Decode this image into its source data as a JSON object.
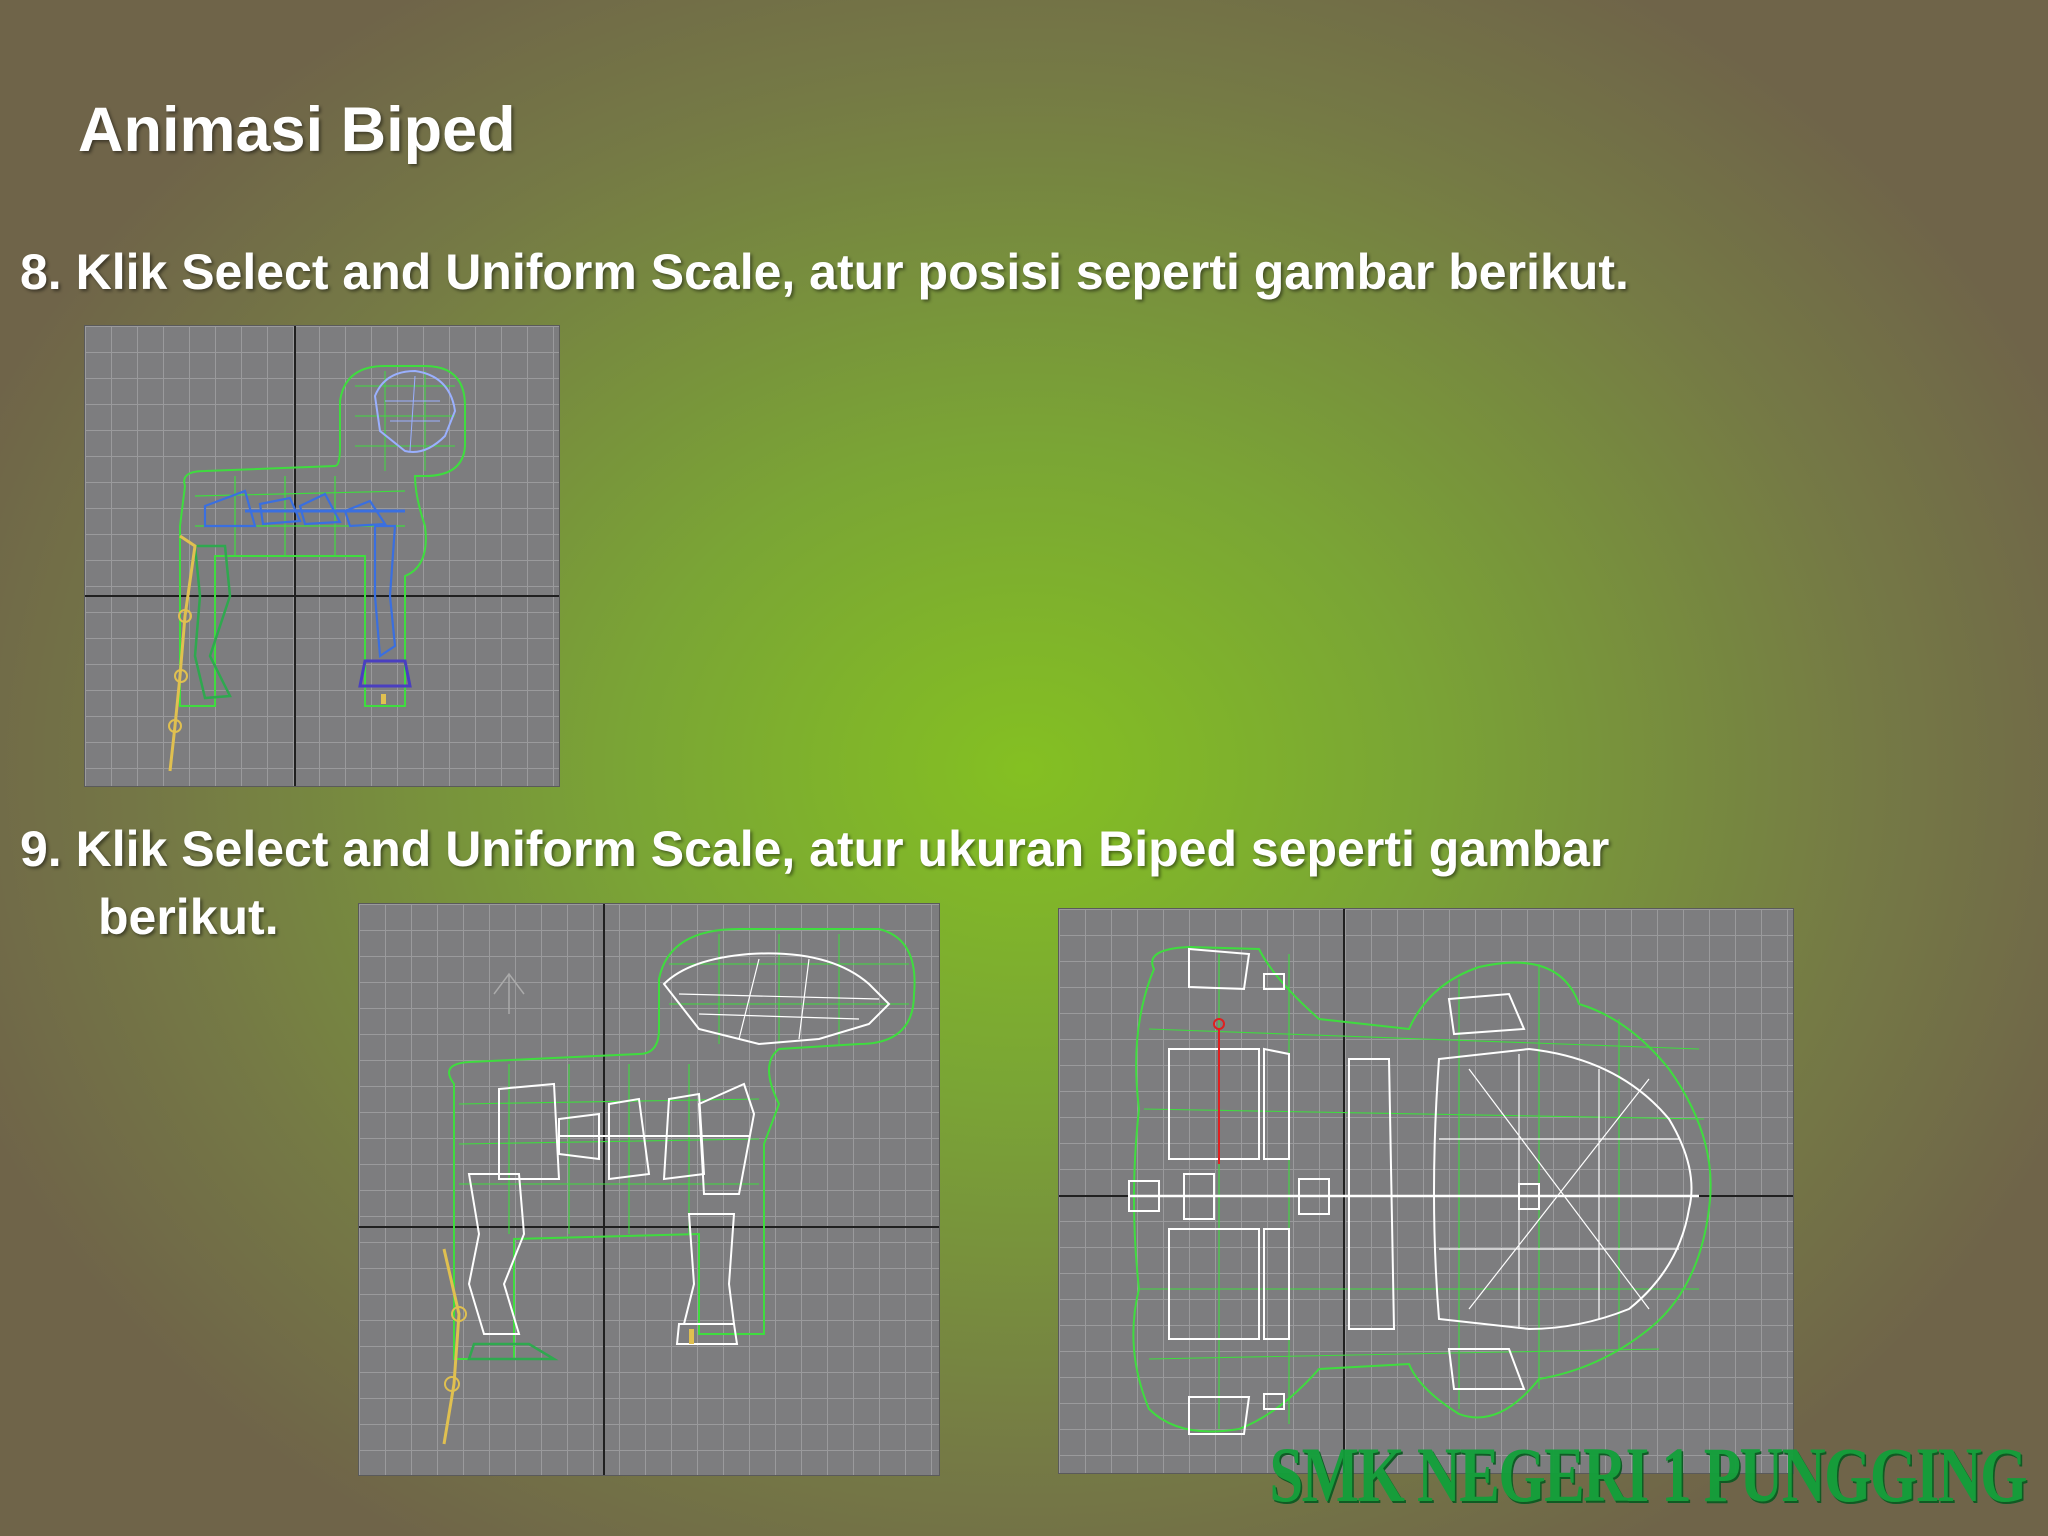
{
  "slide": {
    "title": "Animasi Biped",
    "step8": {
      "number": "8.",
      "text": "Klik Select and Uniform Scale, atur posisi seperti gambar berikut."
    },
    "step9": {
      "number": "9.",
      "line1": "Klik Select and Uniform Scale, atur ukuran Biped seperti gambar",
      "line2": "berikut."
    },
    "watermark": "SMK NEGERI 1 PUNGGING"
  },
  "viewports": [
    {
      "name": "side-view-step-8"
    },
    {
      "name": "side-view-step-9"
    },
    {
      "name": "top-view-step-9"
    }
  ],
  "colors": {
    "grid_bg": "#7d7d7f",
    "wire_green": "#3fdc3f",
    "wire_blue": "#4a6fd0",
    "wire_white": "#ffffff",
    "bone_yellow": "#e0c050",
    "axis": "#202020"
  }
}
